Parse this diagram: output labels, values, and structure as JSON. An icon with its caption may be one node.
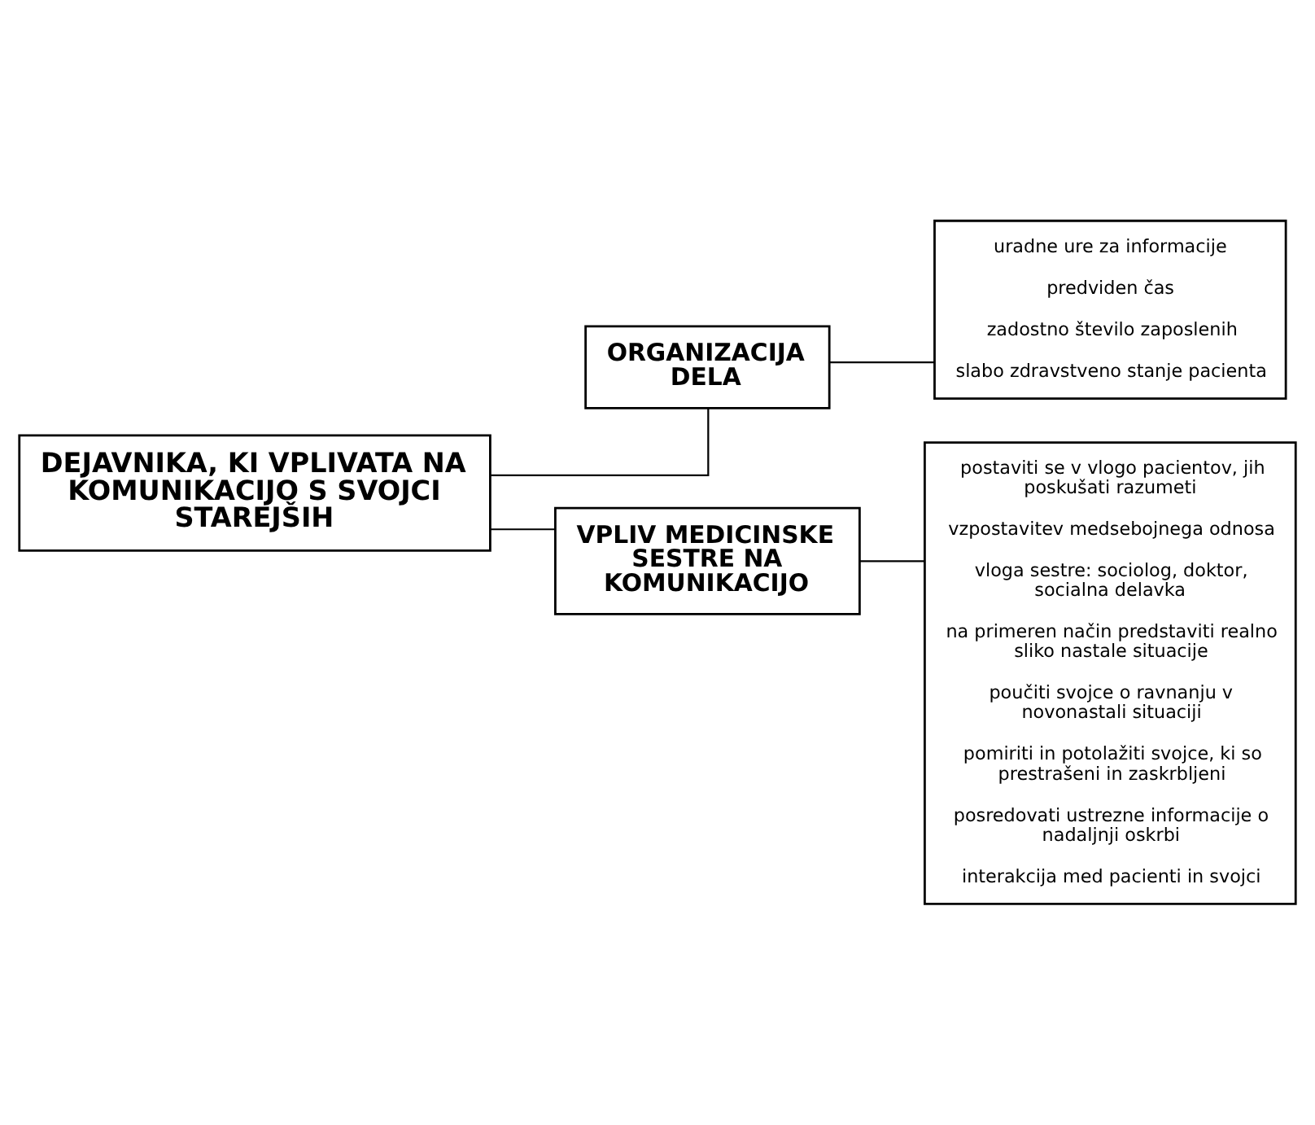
{
  "diagram": {
    "nodes": [
      {
        "text": [
          "DEJAVNIKA, KI VPLIVATA NA KOMUNIKACIJO S SVOJCI STAREJŠIH"
        ]
      },
      {
        "text": [
          "ORGANIZACIJA DELA"
        ]
      },
      {
        "text": [
          "VPLIV MEDICINSKE SESTRE NA KOMUNIKACIJO"
        ]
      },
      {
        "text": [
          "uradne ure za informacije",
          "predviden čas",
          "zadostno število zaposlenih",
          "slabo zdravstveno stanje pacienta"
        ]
      },
      {
        "text": [
          "postaviti se v vlogo pacientov, jih poskušati razumeti",
          "vzpostavitev medsebojnega odnosa",
          "vloga sestre: sociolog, doktor, socialna delavka",
          "na primeren način predstaviti realno sliko nastale situacije",
          "poučiti svojce o ravnanju v novonastali situaciji",
          "pomiriti in potolažiti svojce, ki so prestrašeni in zaskrbljeni",
          "posredovati ustrezne informacije o nadaljnji oskrbi",
          "interakcija med pacienti in svojci"
        ]
      }
    ],
    "edges": [
      {
        "from": 0,
        "to": 1,
        "arrow": "none"
      },
      {
        "from": 0,
        "to": 2,
        "arrow": "none"
      },
      {
        "from": 1,
        "to": 3,
        "arrow": "none"
      },
      {
        "from": 2,
        "to": 4,
        "arrow": "none"
      }
    ]
  }
}
